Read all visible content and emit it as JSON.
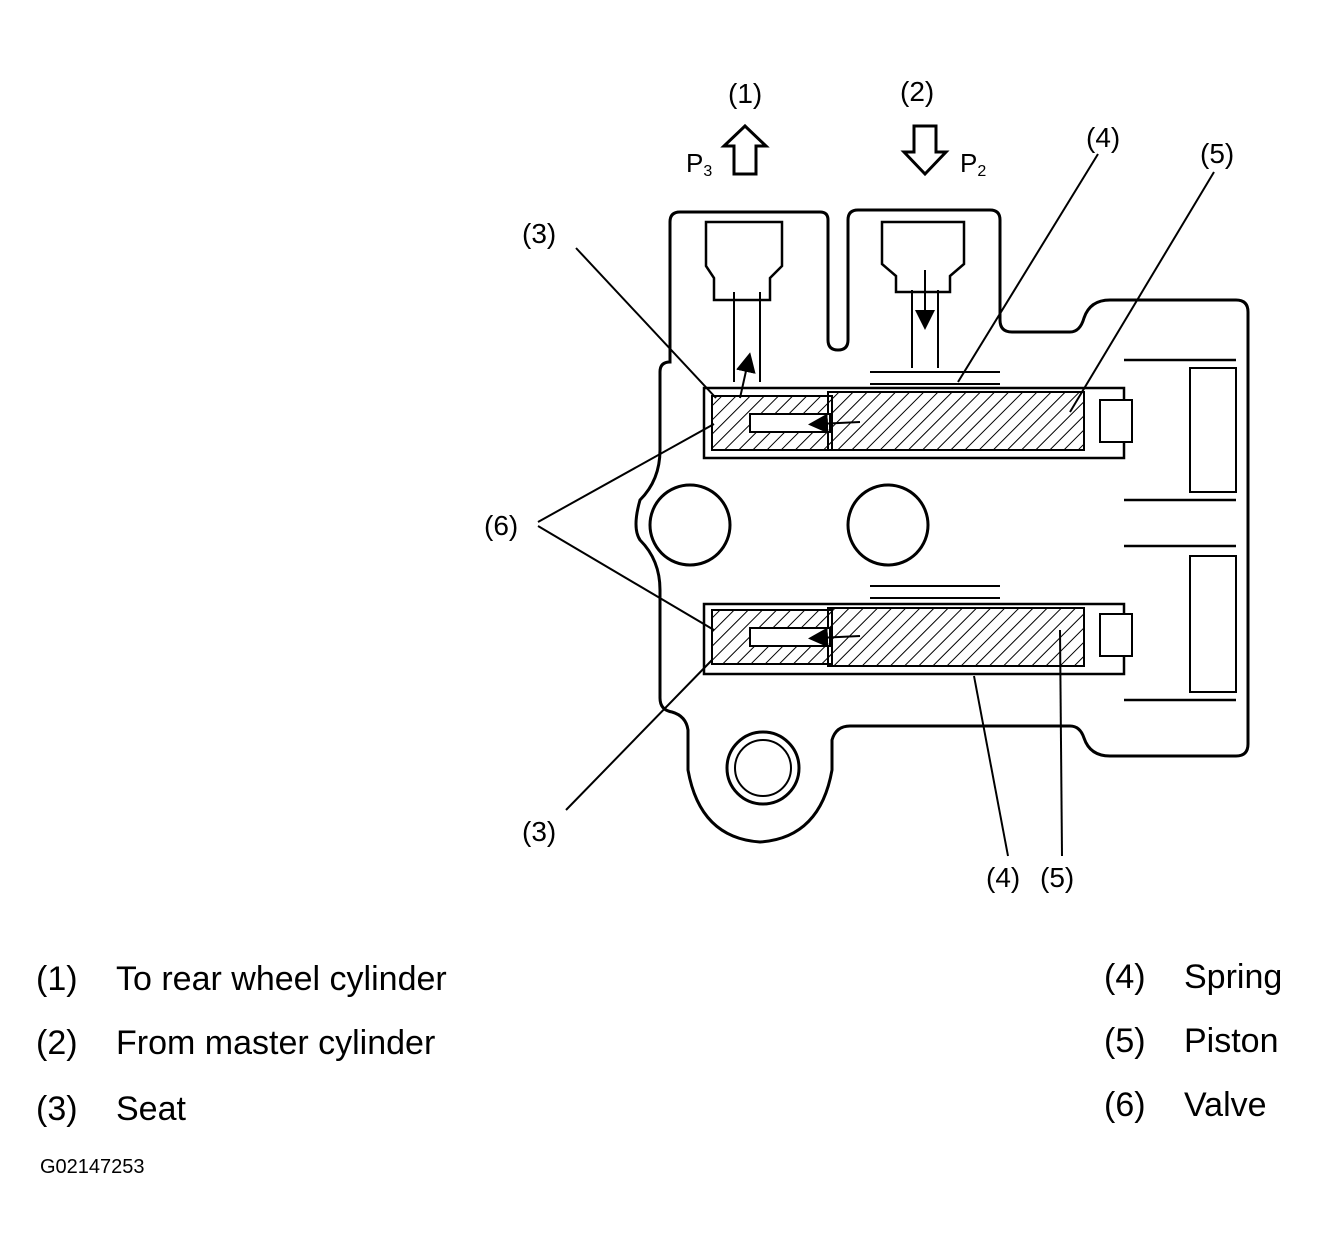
{
  "callouts": {
    "c1_top": "(1)",
    "c2_top": "(2)",
    "c3_top": "(3)",
    "c4_top": "(4)",
    "c5_top": "(5)",
    "c6_mid": "(6)",
    "c3_bottom": "(3)",
    "c4_bottom": "(4)",
    "c5_bottom": "(5)"
  },
  "pressure": {
    "p3_letter": "P",
    "p3_sub": "3",
    "p2_letter": "P",
    "p2_sub": "2"
  },
  "legend": [
    {
      "num": "(1)",
      "text": "To rear wheel cylinder"
    },
    {
      "num": "(2)",
      "text": "From master cylinder"
    },
    {
      "num": "(3)",
      "text": "Seat"
    },
    {
      "num": "(4)",
      "text": "Spring"
    },
    {
      "num": "(5)",
      "text": "Piston"
    },
    {
      "num": "(6)",
      "text": "Valve"
    }
  ],
  "figure_code": "G02147253"
}
